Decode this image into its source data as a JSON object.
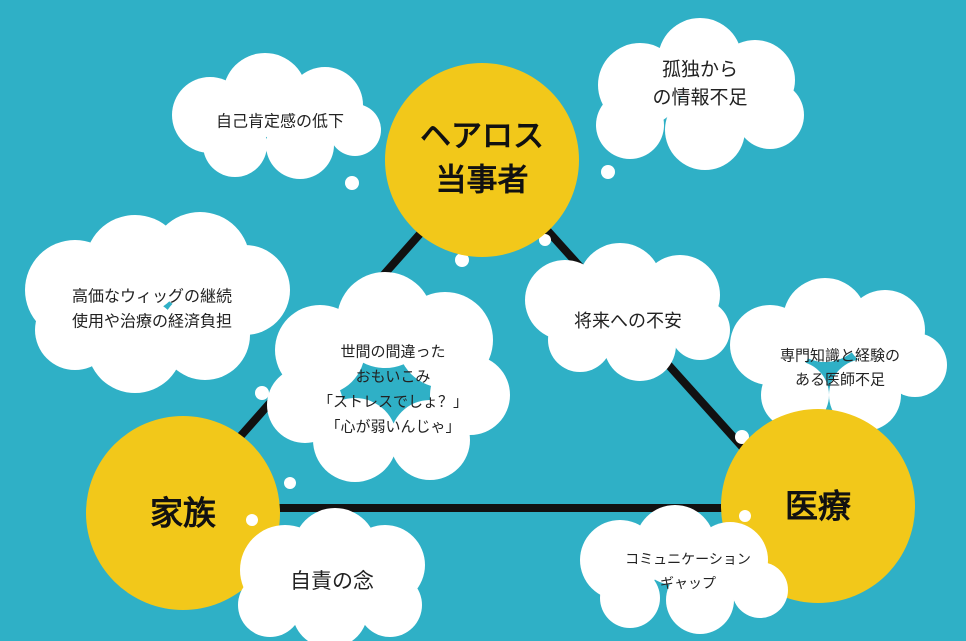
{
  "colors": {
    "background": "#2fb0c6",
    "node": "#f2c81a",
    "cloud": "#ffffff",
    "edge": "#111111"
  },
  "nodes": {
    "patient": [
      "ヘアロス",
      "当事者"
    ],
    "family": [
      "家族"
    ],
    "medical": [
      "医療"
    ]
  },
  "clouds": {
    "self_esteem": [
      "自己肯定感の低下"
    ],
    "isolation": [
      "孤独から",
      "の情報不足"
    ],
    "wig_cost": [
      "高価なウィッグの継続",
      "使用や治療の経済負担"
    ],
    "future": [
      "将来への不安"
    ],
    "misconception": [
      "世間の間違った",
      "おもいこみ",
      "「ストレスでしょ？」",
      "「心が弱いんじゃ」"
    ],
    "doctor_shortage": [
      "専門知識と経験の",
      "ある医師不足"
    ],
    "self_blame": [
      "自責の念"
    ],
    "communication_gap": [
      "コミュニケーション",
      "ギャップ"
    ]
  }
}
